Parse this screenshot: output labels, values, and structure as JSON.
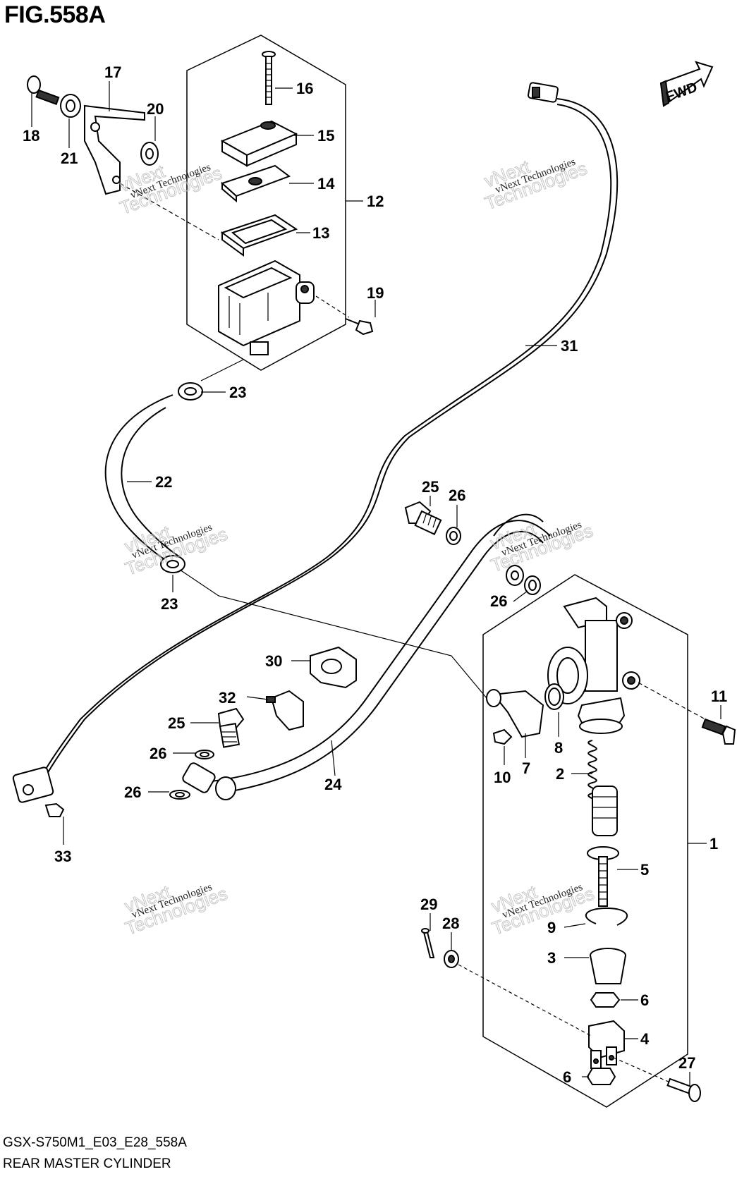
{
  "figure": {
    "title": "FIG.558A",
    "code": "GSX-S750M1_E03_E28_558A",
    "name": "REAR MASTER CYLINDER",
    "direction_badge": "FWD"
  },
  "watermark": {
    "line1": "vNext Technologies",
    "line2": "vNext",
    "line3": "Technologies"
  },
  "callouts": [
    "16",
    "15",
    "14",
    "12",
    "13",
    "17",
    "20",
    "18",
    "21",
    "19",
    "31",
    "23",
    "22",
    "25",
    "26",
    "26",
    "23",
    "30",
    "32",
    "25",
    "26",
    "26",
    "24",
    "11",
    "8",
    "7",
    "10",
    "2",
    "1",
    "5",
    "29",
    "28",
    "9",
    "3",
    "6",
    "4",
    "27",
    "6",
    "33"
  ]
}
